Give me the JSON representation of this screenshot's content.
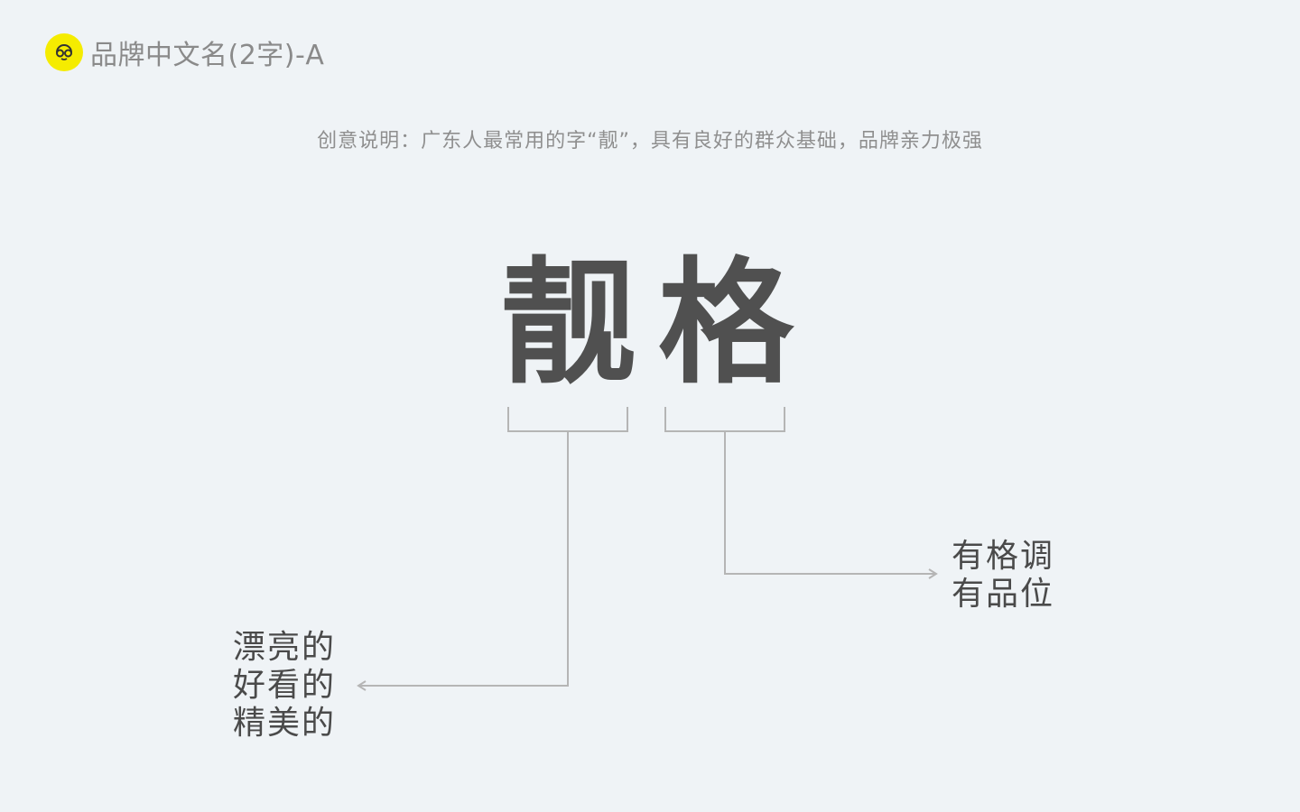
{
  "header": {
    "logo_icon": "headphones-face-icon",
    "logo_color": "#f5ec00",
    "title": "品牌中文名(2字)-A"
  },
  "description": "创意说明：广东人最常用的字“靓”，具有良好的群众基础，品牌亲力极强",
  "brand_name": {
    "chars": [
      "靓",
      "格"
    ]
  },
  "meanings": [
    {
      "lines": [
        "漂亮的",
        "好看的",
        "精美的"
      ]
    },
    {
      "lines": [
        "有格调",
        "有品位"
      ]
    }
  ],
  "colors": {
    "background": "#eff3f6",
    "text_dark": "#505050",
    "text_light": "#8f8f8f",
    "line": "#b5b5b5"
  }
}
